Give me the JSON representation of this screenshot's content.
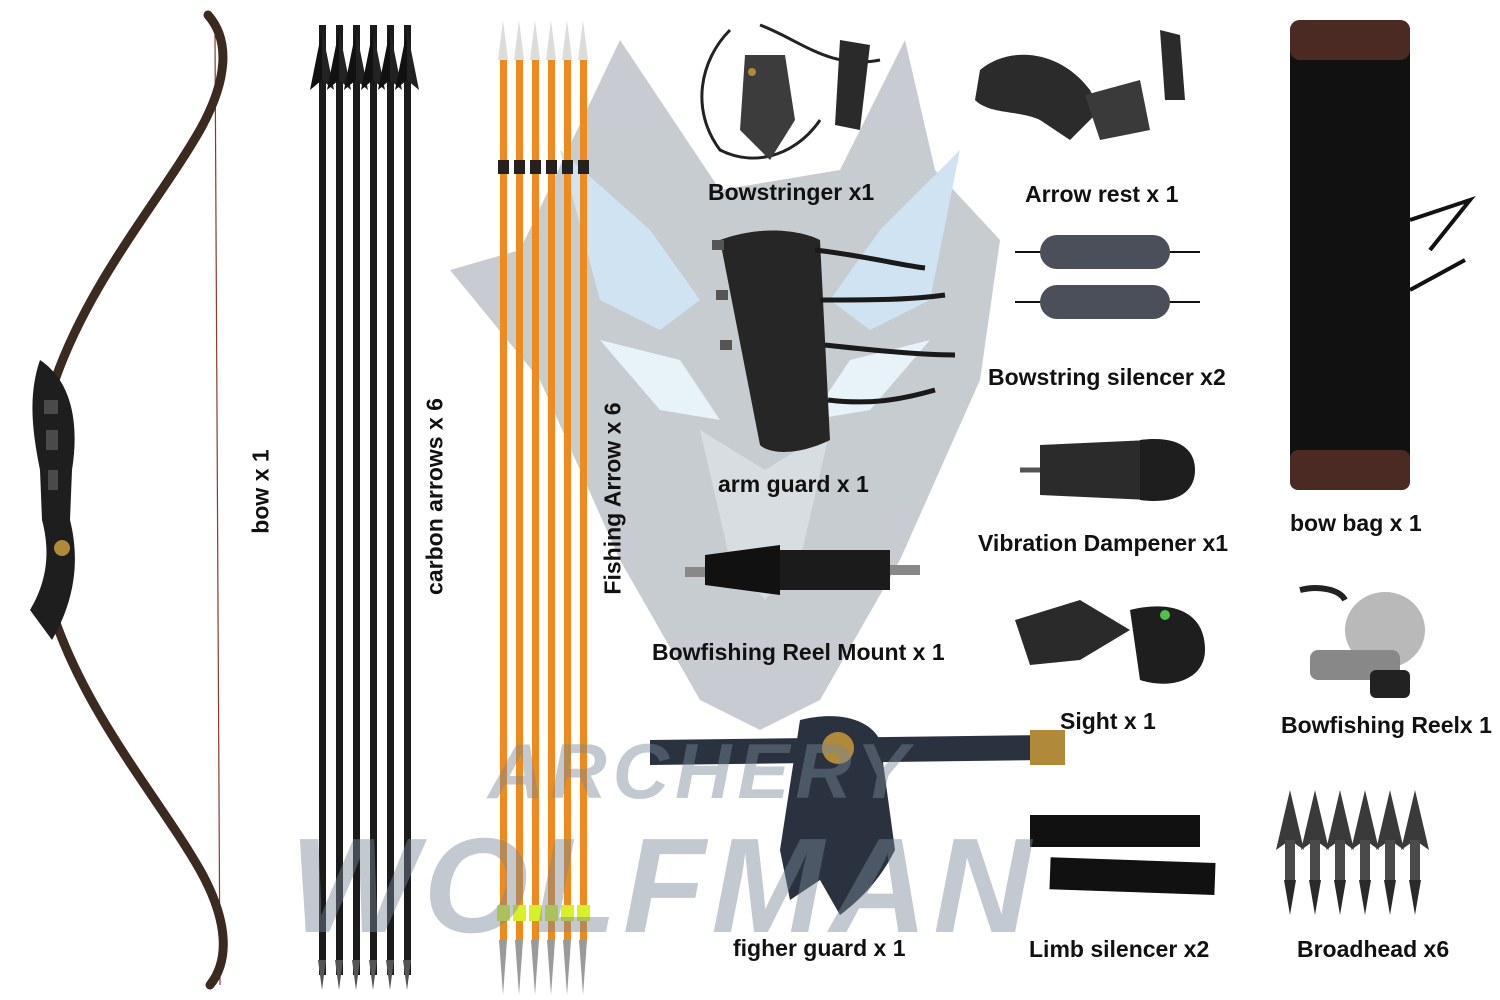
{
  "watermark": {
    "line1": "ARCHERY",
    "line2": "WOLFMAN"
  },
  "labels": {
    "bow": "bow x 1",
    "carbon_arrows": "carbon arrows x 6",
    "fishing_arrow": "Fishing Arrow x 6",
    "bowstringer": "Bowstringer x1",
    "arrow_rest": "Arrow rest x 1",
    "bowstring_silencer": "Bowstring silencer x2",
    "arm_guard": "arm guard x 1",
    "vibration_dampener": "Vibration Dampener x1",
    "bow_bag": "bow bag x 1",
    "reel_mount": "Bowfishing Reel Mount x 1",
    "sight": "Sight x 1",
    "bowfishing_reel": "Bowfishing Reelx 1",
    "finger_guard": "figher guard x 1",
    "limb_silencer": "Limb silencer x2",
    "broadhead": "Broadhead x6"
  },
  "colors": {
    "shaft_black": "#1b1b1b",
    "shaft_orange": "#f08a1a",
    "wolf_blue": "#a9cde8",
    "wolf_grey": "#9aa3ad",
    "leather_brown": "#4a2a22",
    "float_yellow": "#d8f02a"
  }
}
